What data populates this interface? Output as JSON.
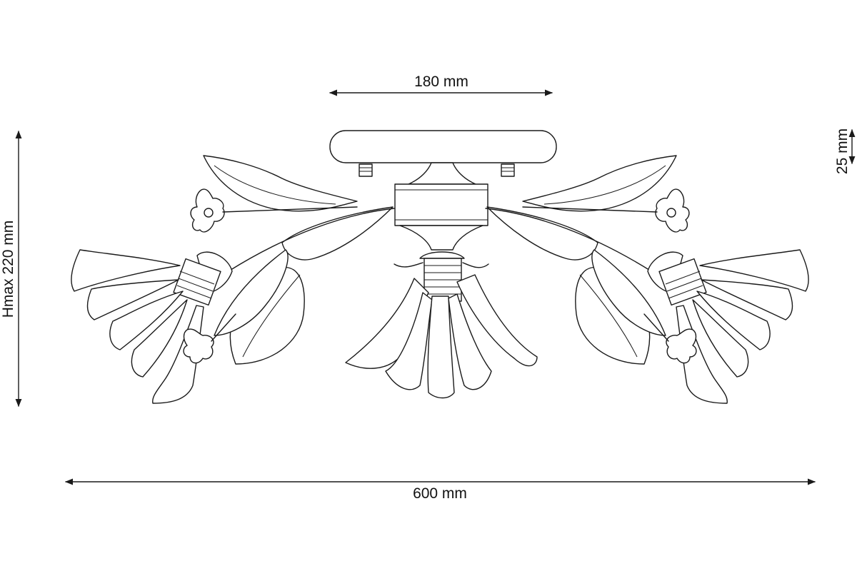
{
  "dimensions": {
    "top_width": "180 mm",
    "plate_height": "25 mm",
    "height": "Hmax 220 mm",
    "total_width": "600 mm"
  },
  "colors": {
    "line": "#1a1a1a",
    "background": "#ffffff"
  }
}
